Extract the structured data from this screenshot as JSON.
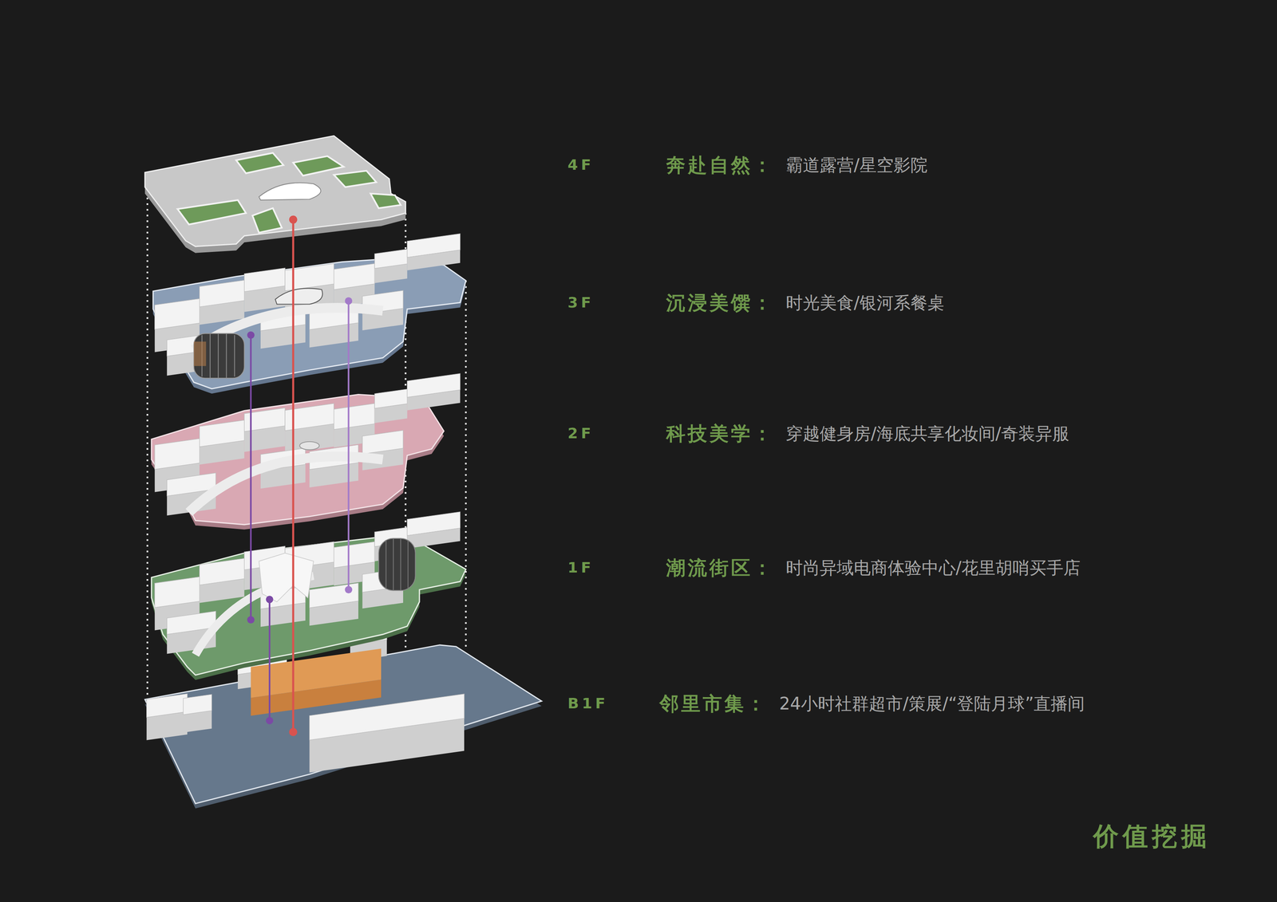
{
  "diagram": {
    "title": "价值挖掘",
    "labels": [
      "4F",
      "奔赴自然：",
      "霸道露营/星空影院",
      "3F",
      "沉浸美馔：",
      "时光美食/银河系餐桌",
      "2F",
      "科技美学：",
      "穿越健身房/海底共享化妆间/奇装异服",
      "1F",
      "潮流街区：",
      "时尚异域电商体验中心/花里胡哨买手店",
      "B1F",
      "邻里市集：",
      "24小时社群超市/策展/“登陆月球”直播间"
    ]
  }
}
